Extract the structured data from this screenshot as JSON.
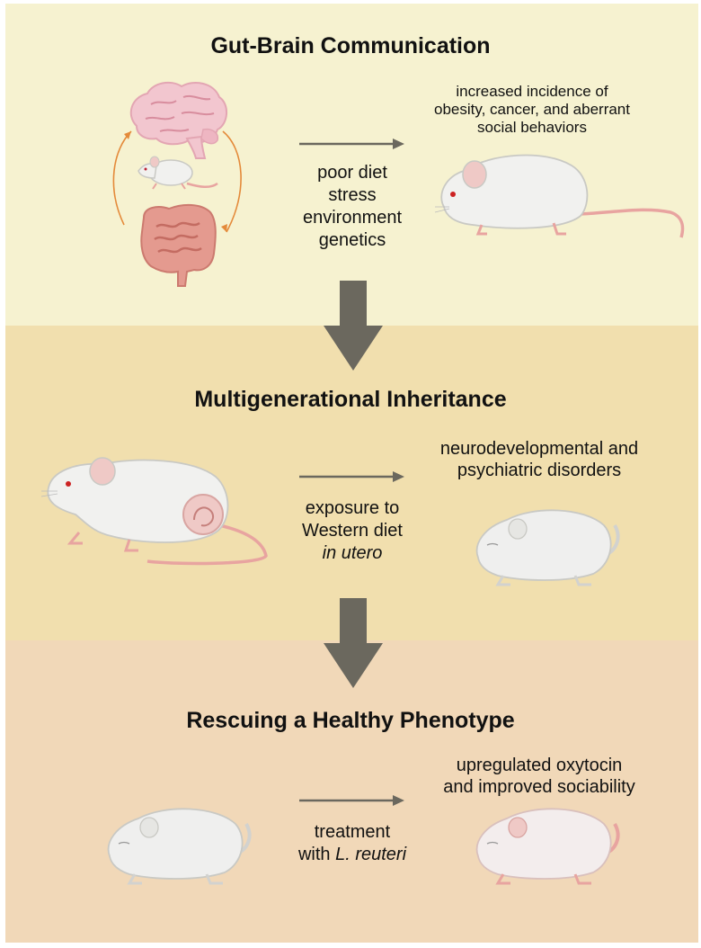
{
  "sections": [
    {
      "title": "Gut-Brain Communication",
      "effect_lines": [
        "increased incidence of",
        "obesity, cancer, and aberrant",
        "social behaviors"
      ],
      "condition_lines": [
        "poor diet",
        "stress",
        "environment",
        "genetics"
      ]
    },
    {
      "title": "Multigenerational Inheritance",
      "effect_lines": [
        "neurodevelopmental and",
        "psychiatric disorders"
      ],
      "condition_lines": [
        "exposure to",
        "Western diet"
      ],
      "condition_italic": "in utero"
    },
    {
      "title": "Rescuing a Healthy Phenotype",
      "effect_lines": [
        "upregulated oxytocin",
        "and improved sociability"
      ],
      "condition_lines": [
        "treatment"
      ],
      "condition_prefix": "with",
      "condition_italic": "L. reuteri"
    }
  ],
  "colors": {
    "panel_1": "#f6f2d0",
    "panel_2": "#f1dfae",
    "panel_3": "#f1d8b8",
    "arrow": "#6b685e",
    "cycle_arrow": "#e48a3a",
    "mouse_body": "#f1f1ef",
    "mouse_pink": "#e8a4a0"
  },
  "icons": [
    "brain-icon",
    "mouse-icon",
    "intestine-icon",
    "pregnant-mouse-icon",
    "pup-icon"
  ]
}
